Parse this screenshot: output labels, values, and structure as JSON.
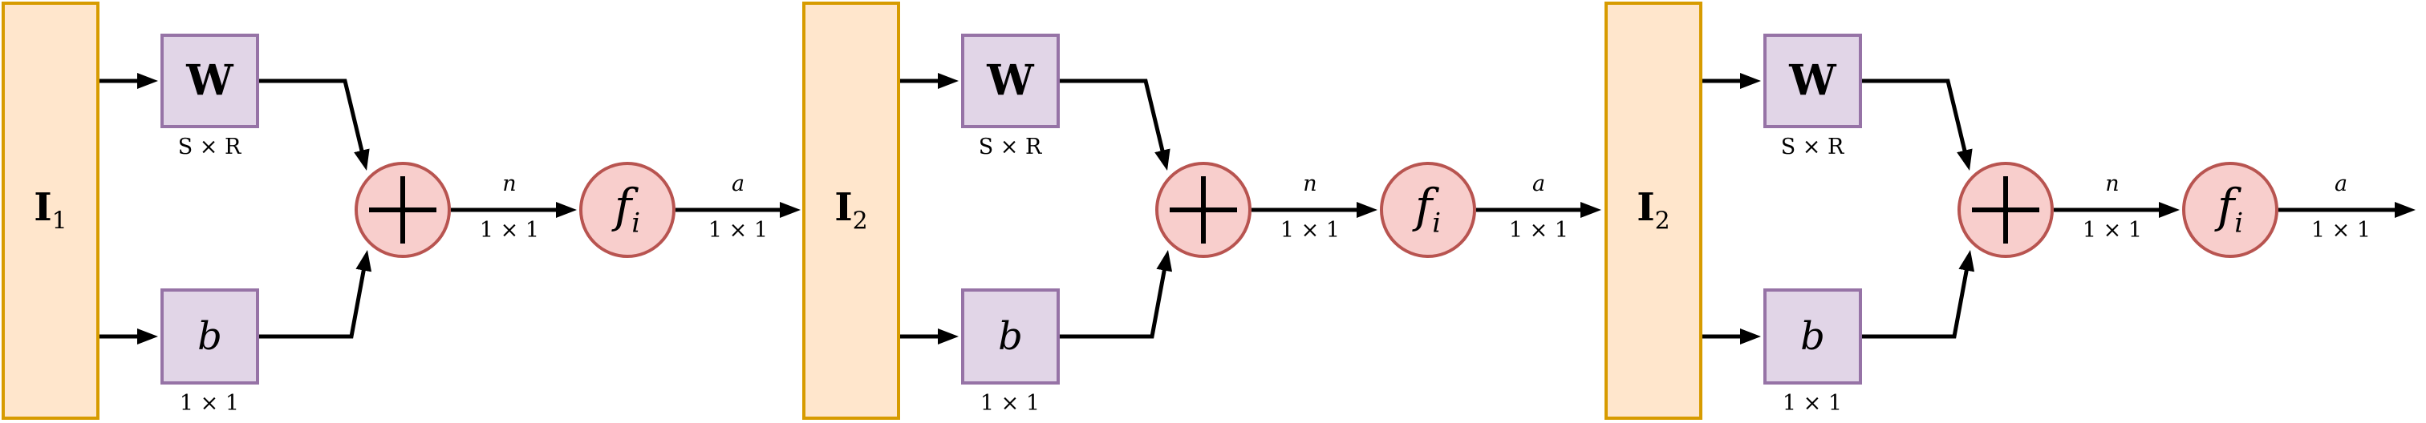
{
  "diagram": {
    "title": "cascaded-neuron-layers-diagram",
    "colors": {
      "input-fill": "#FFE6CC",
      "input-stroke": "#D79B00",
      "param-fill": "#E1D5E7",
      "param-stroke": "#9673A6",
      "node-fill": "#F8CECC",
      "node-stroke": "#B85450",
      "wire": "#000000",
      "text": "#000000",
      "background": "#FFFFFF"
    },
    "units": [
      {
        "input": {
          "label": "I",
          "sub": "1"
        },
        "weight": {
          "label": "W",
          "dim": "S × R"
        },
        "bias": {
          "label": "b",
          "dim": "1 × 1"
        },
        "sum": {
          "symbol": "+"
        },
        "activation": {
          "label": "f",
          "sub": "i"
        },
        "net": {
          "label": "n",
          "dim": "1 × 1"
        },
        "out": {
          "label": "a",
          "dim": "1 × 1"
        }
      },
      {
        "input": {
          "label": "I",
          "sub": "2"
        },
        "weight": {
          "label": "W",
          "dim": "S × R"
        },
        "bias": {
          "label": "b",
          "dim": "1 × 1"
        },
        "sum": {
          "symbol": "+"
        },
        "activation": {
          "label": "f",
          "sub": "i"
        },
        "net": {
          "label": "n",
          "dim": "1 × 1"
        },
        "out": {
          "label": "a",
          "dim": "1 × 1"
        }
      },
      {
        "input": {
          "label": "I",
          "sub": "2"
        },
        "weight": {
          "label": "W",
          "dim": "S × R"
        },
        "bias": {
          "label": "b",
          "dim": "1 × 1"
        },
        "sum": {
          "symbol": "+"
        },
        "activation": {
          "label": "f",
          "sub": "i"
        },
        "net": {
          "label": "n",
          "dim": "1 × 1"
        },
        "out": {
          "label": "a",
          "dim": "1 × 1"
        }
      }
    ]
  }
}
